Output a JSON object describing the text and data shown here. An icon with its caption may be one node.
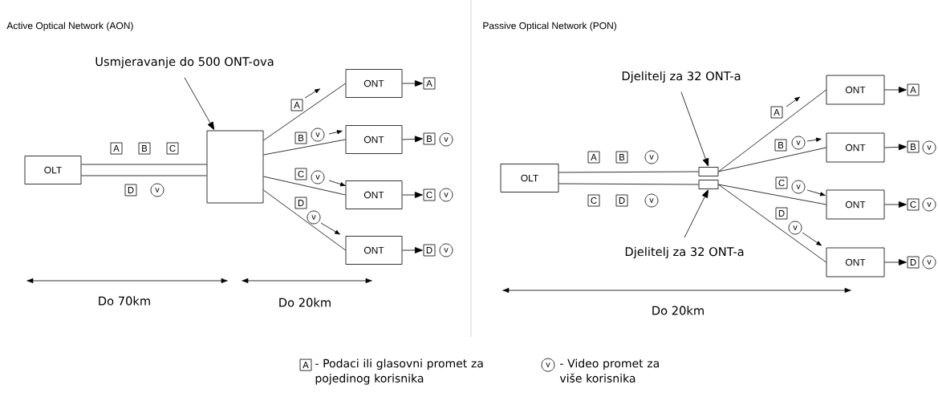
{
  "diagram": {
    "nodes": [
      {
        "text": [
          "OLT"
        ]
      },
      {
        "text": [
          "Usmjeravanje do 500 ONT-ova"
        ]
      },
      {
        "text": [],
        "shape": "box"
      },
      {
        "text": [
          "ONT"
        ]
      },
      {
        "text": [
          "ONT"
        ]
      },
      {
        "text": [
          "ONT"
        ]
      },
      {
        "text": [
          "ONT"
        ]
      },
      {
        "text": [
          "A"
        ]
      },
      {
        "text": [
          "B"
        ]
      },
      {
        "text": [
          "C"
        ]
      },
      {
        "text": [
          "D"
        ]
      },
      {
        "text": [
          "OLT"
        ]
      },
      {
        "text": [
          "Djelitelj za 32 ONT-a"
        ]
      },
      {
        "text": [],
        "shape": "box"
      },
      {
        "text": [],
        "shape": "box"
      },
      {
        "text": [
          "Djelitelj za 32 ONT-a"
        ]
      },
      {
        "text": [
          "ONT"
        ]
      },
      {
        "text": [
          "ONT"
        ]
      },
      {
        "text": [
          "ONT"
        ]
      },
      {
        "text": [
          "ONT"
        ]
      },
      {
        "text": [
          "A"
        ]
      },
      {
        "text": [
          "B"
        ]
      },
      {
        "text": [
          "C"
        ]
      },
      {
        "text": [
          "D"
        ]
      }
    ],
    "edges": [
      {
        "from": 0,
        "to": 2,
        "arrow": "none"
      },
      {
        "from": 0,
        "to": 2,
        "arrow": "none"
      },
      {
        "from": 1,
        "to": 2,
        "arrow": "to"
      },
      {
        "from": 2,
        "to": 3,
        "arrow": "none"
      },
      {
        "from": 2,
        "to": 4,
        "arrow": "none"
      },
      {
        "from": 2,
        "to": 5,
        "arrow": "none"
      },
      {
        "from": 2,
        "to": 6,
        "arrow": "none"
      },
      {
        "from": 3,
        "to": 7,
        "arrow": "to"
      },
      {
        "from": 4,
        "to": 8,
        "arrow": "to"
      },
      {
        "from": 5,
        "to": 9,
        "arrow": "to"
      },
      {
        "from": 6,
        "to": 10,
        "arrow": "to"
      },
      {
        "from": 11,
        "to": 13,
        "arrow": "none"
      },
      {
        "from": 11,
        "to": 14,
        "arrow": "none"
      },
      {
        "from": 12,
        "to": 13,
        "arrow": "to"
      },
      {
        "from": 15,
        "to": 14,
        "arrow": "to"
      },
      {
        "from": 13,
        "to": 16,
        "arrow": "none"
      },
      {
        "from": 13,
        "to": 17,
        "arrow": "none"
      },
      {
        "from": 14,
        "to": 18,
        "arrow": "none"
      },
      {
        "from": 14,
        "to": 19,
        "arrow": "none"
      },
      {
        "from": 16,
        "to": 20,
        "arrow": "to"
      },
      {
        "from": 17,
        "to": 21,
        "arrow": "to"
      },
      {
        "from": 18,
        "to": 22,
        "arrow": "to"
      },
      {
        "from": 19,
        "to": 23,
        "arrow": "to"
      }
    ],
    "labels": [
      "Active Optical Network (AON)",
      "Passive Optical Network (PON)",
      "A",
      "B",
      "C",
      "D",
      "v",
      "A",
      "B",
      "v",
      "C",
      "v",
      "D",
      "v",
      "v",
      "v",
      "v",
      "Do 70km",
      "Do 20km",
      "A",
      "B",
      "v",
      "C",
      "D",
      "v",
      "A",
      "B",
      "v",
      "C",
      "v",
      "D",
      "v",
      "v",
      "v",
      "v",
      "Do 20km",
      "A",
      "v"
    ],
    "legend": [
      {
        "text": "- Podaci ili glasovni promet za pojedinog korisnika"
      },
      {
        "text": "- Video promet za više korisnika"
      }
    ]
  }
}
